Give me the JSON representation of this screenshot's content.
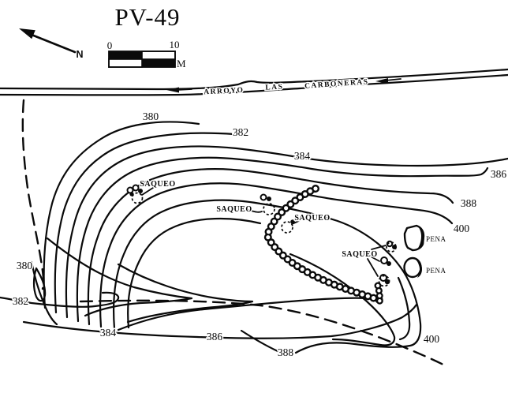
{
  "map_title": "PV-49",
  "compass": {
    "north_label": "N"
  },
  "scale_bar": {
    "start_label": "0",
    "end_label": "10",
    "unit_label": "M"
  },
  "stream": {
    "label_word_1": "ARROYO",
    "label_word_2": "LAS",
    "label_word_3": "CARBONERAS"
  },
  "features": {
    "looting_label": "SAQUEO",
    "rock_label": "PENA"
  },
  "contour_labels": {
    "north_slope": [
      "380",
      "382",
      "384",
      "386",
      "388",
      "400"
    ],
    "south_slope": [
      "380",
      "382",
      "384",
      "386",
      "388",
      "400"
    ]
  }
}
